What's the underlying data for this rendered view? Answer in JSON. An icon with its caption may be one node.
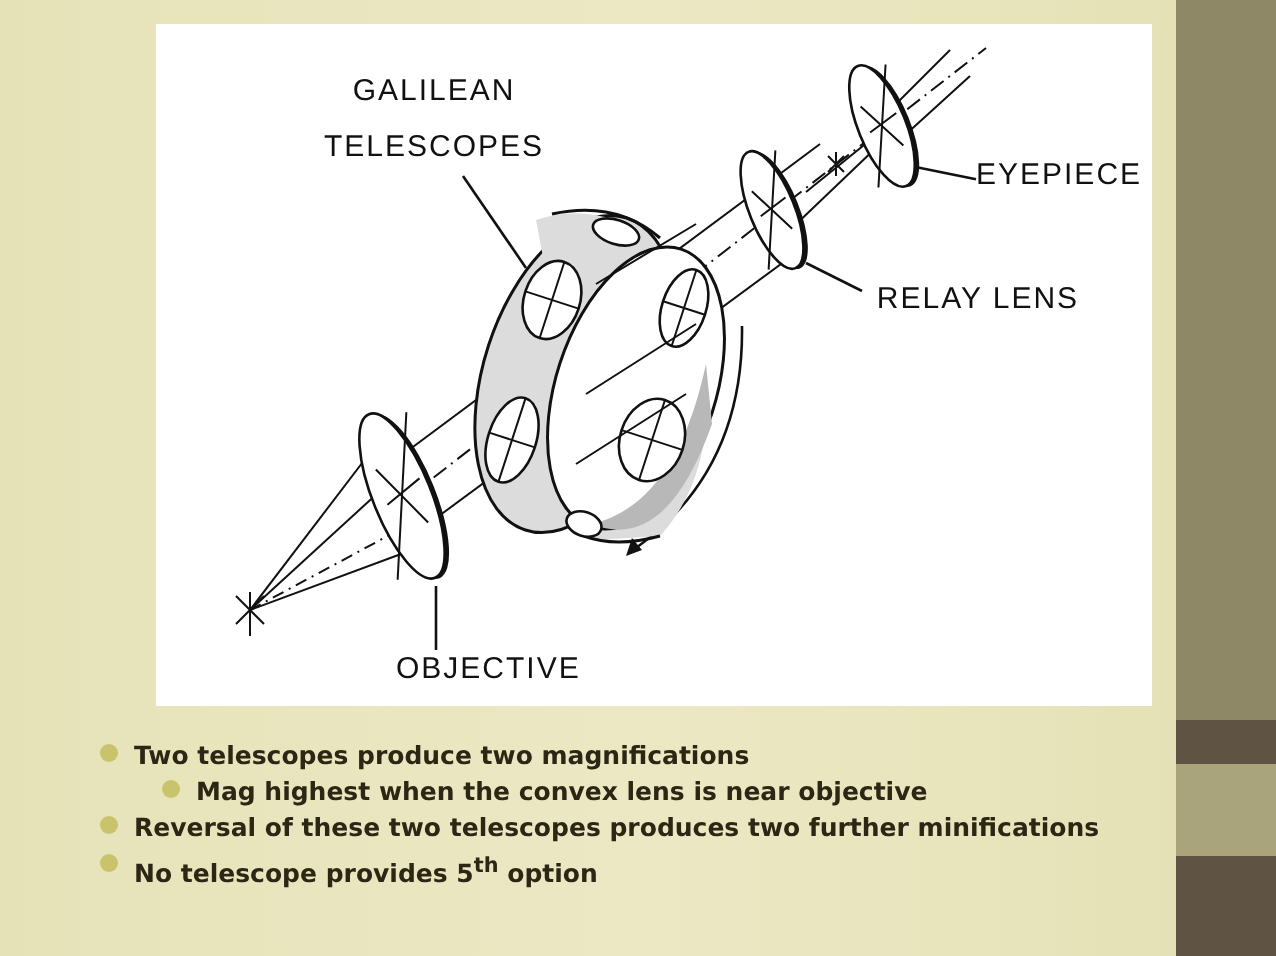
{
  "diagram": {
    "nodes": [
      {
        "text": [
          "GALILEAN TELESCOPES"
        ]
      },
      {
        "text": [],
        "shape": "cylinder"
      },
      {
        "text": [
          "EYEPIECE"
        ]
      },
      {
        "text": [],
        "shape": "circle"
      },
      {
        "text": [
          "RELAY LENS"
        ]
      },
      {
        "text": [],
        "shape": "circle"
      },
      {
        "text": [],
        "shape": "circle"
      },
      {
        "text": [
          "OBJECTIVE"
        ]
      }
    ],
    "edges": [
      {
        "from": 0,
        "to": 1,
        "arrow": "none"
      },
      {
        "from": 2,
        "to": 3,
        "arrow": "none"
      },
      {
        "from": 4,
        "to": 5,
        "arrow": "none"
      },
      {
        "from": 7,
        "to": 6,
        "arrow": "none"
      }
    ],
    "labels": [
      "Two telescopes produce two magnifications",
      "Mag highest when the convex lens is near objective",
      "Reversal of these two telescopes produces two further minifications",
      "No telescope provides 5$^{th}$ option"
    ]
  }
}
